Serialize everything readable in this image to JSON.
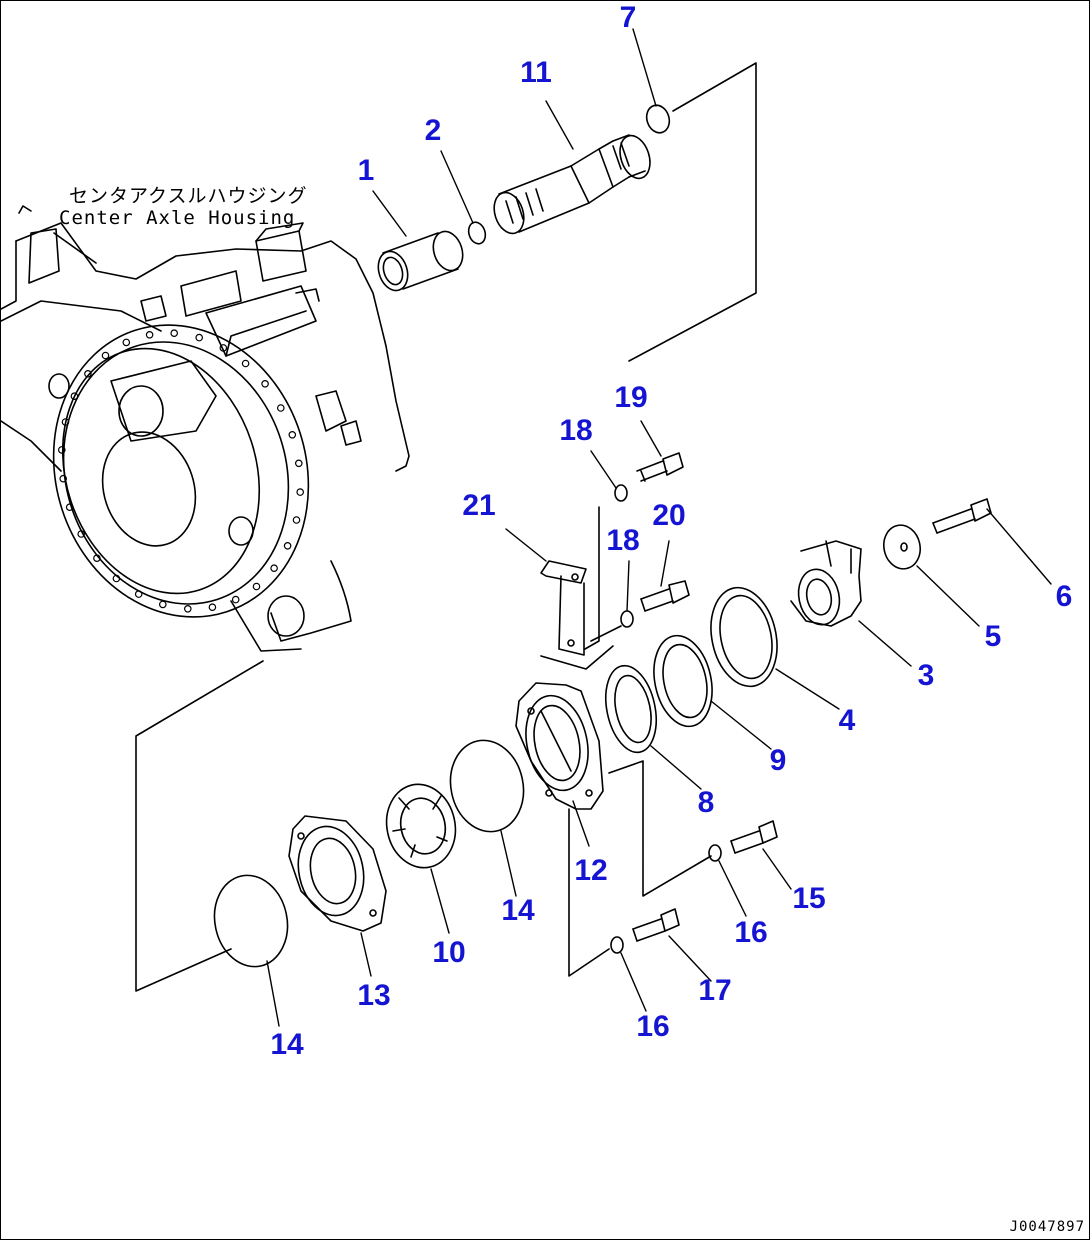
{
  "colors": {
    "callout": "#1414d2",
    "line": "#000000",
    "background": "#ffffff"
  },
  "housing_label": {
    "jp": "センタアクスルハウジング",
    "en": "Center Axle Housing"
  },
  "drawing_number": "J0047897",
  "callouts": [
    {
      "part": "1",
      "text": "1"
    },
    {
      "part": "2",
      "text": "2"
    },
    {
      "part": "7",
      "text": "7"
    },
    {
      "part": "11",
      "text": "11"
    },
    {
      "part": "19",
      "text": "19"
    },
    {
      "part": "18a",
      "text": "18"
    },
    {
      "part": "21",
      "text": "21"
    },
    {
      "part": "20",
      "text": "20"
    },
    {
      "part": "18b",
      "text": "18"
    },
    {
      "part": "6",
      "text": "6"
    },
    {
      "part": "5",
      "text": "5"
    },
    {
      "part": "3",
      "text": "3"
    },
    {
      "part": "4",
      "text": "4"
    },
    {
      "part": "9",
      "text": "9"
    },
    {
      "part": "8",
      "text": "8"
    },
    {
      "part": "12",
      "text": "12"
    },
    {
      "part": "15",
      "text": "15"
    },
    {
      "part": "16a",
      "text": "16"
    },
    {
      "part": "14a",
      "text": "14"
    },
    {
      "part": "10",
      "text": "10"
    },
    {
      "part": "17",
      "text": "17"
    },
    {
      "part": "13",
      "text": "13"
    },
    {
      "part": "16b",
      "text": "16"
    },
    {
      "part": "14b",
      "text": "14"
    }
  ]
}
